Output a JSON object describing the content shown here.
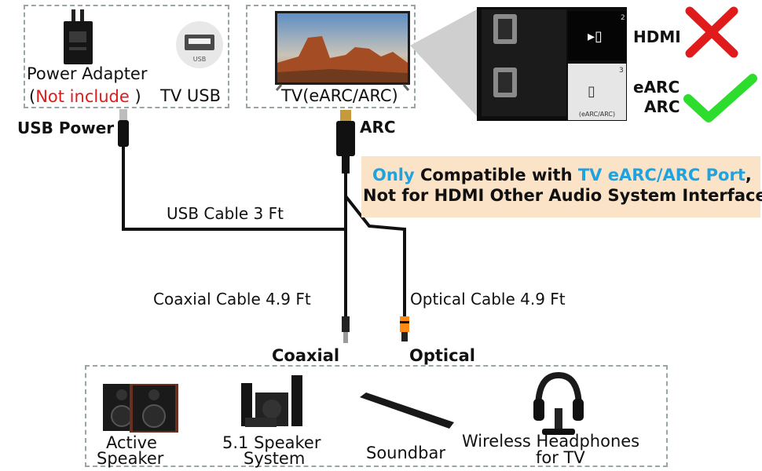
{
  "top_left": {
    "power_adapter": "Power Adapter",
    "paren_open": "(",
    "not_include": "Not include",
    "paren_close": ")",
    "tv_usb": "TV USB",
    "usb_port_text": "USB"
  },
  "tv": {
    "label": "TV(eARC/ARC)"
  },
  "ports": {
    "hdmi_label": "HDMI",
    "earc_label": "eARC",
    "arc_label": "ARC",
    "port_num_2": "2",
    "port_num_3": "3",
    "port_text": "(eARC/ARC)"
  },
  "cables": {
    "usb_power": "USB Power",
    "arc": "ARC",
    "usb_cable": "USB Cable 3 Ft",
    "coaxial_cable": "Coaxial Cable 4.9 Ft",
    "optical_cable": "Optical Cable 4.9 Ft",
    "coaxial": "Coaxial",
    "optical": "Optical"
  },
  "callout": {
    "only": "Only",
    "compat": " Compatible with ",
    "tv_port": "TV eARC/ARC Port",
    "comma": ",",
    "line2": "Not for HDMI Other Audio System Interfaces"
  },
  "devices": {
    "active_speaker_1": "Active",
    "active_speaker_2": "Speaker",
    "speaker_system_1": "5.1 Speaker",
    "speaker_system_2": "System",
    "soundbar": "Soundbar",
    "headphones_1": "Wireless Headphones",
    "headphones_2": "for TV"
  },
  "colors": {
    "accent_blue": "#1fa3e0",
    "warning_red": "#e01b1b",
    "check_green": "#2ddc2d",
    "callout_bg": "#fbe3c8"
  }
}
